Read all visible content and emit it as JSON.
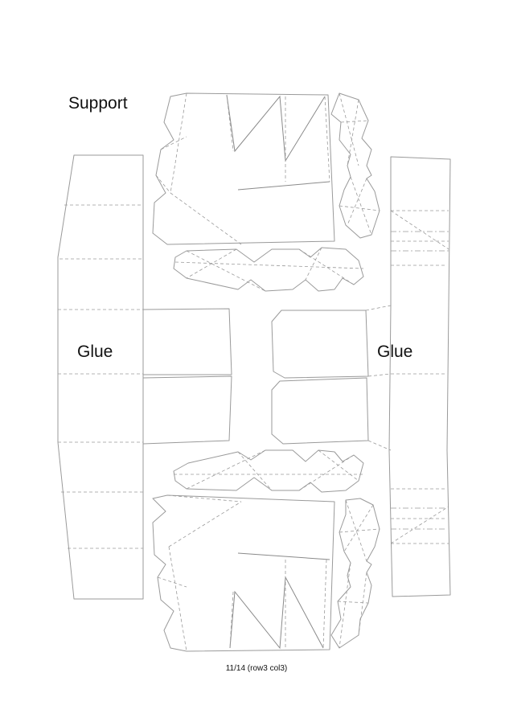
{
  "labels": {
    "support": "Support",
    "glue_left": "Glue",
    "glue_right": "Glue"
  },
  "footer": {
    "page_info": "11/14 (row3 col3)"
  },
  "colors": {
    "line": "#9a9a9a",
    "text": "#111111",
    "background": "#ffffff"
  }
}
